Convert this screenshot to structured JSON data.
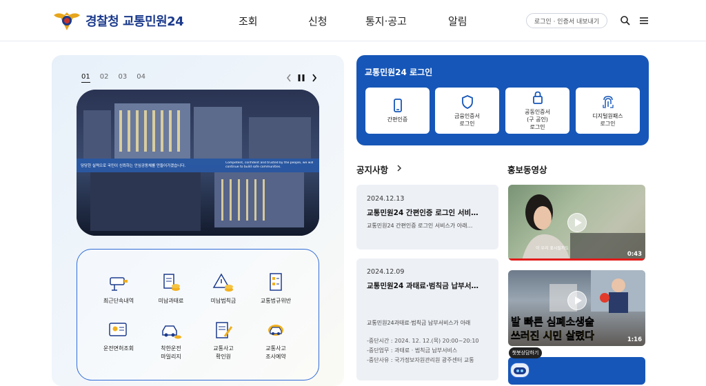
{
  "header": {
    "logo_text": "경찰청 교통민원24",
    "nav": [
      "조회",
      "신청",
      "통지·공고",
      "알림"
    ],
    "login_pill": "로그인 · 인증서 내보내기",
    "icons": [
      "search-icon",
      "hamburger-menu-icon"
    ]
  },
  "hero": {
    "slides": [
      "01",
      "02",
      "03",
      "04"
    ],
    "active_slide": "01",
    "caption_left": "당당한 실력으로 국민이 신뢰하는 안심공동체를 만들어가겠습니다.",
    "caption_right": "Competent, confident and trusted by the people, we will continue to build safe communities."
  },
  "services": [
    {
      "label": "최근단속내역",
      "icon": "camera-icon"
    },
    {
      "label": "미납과태료",
      "icon": "receipt-coins-icon"
    },
    {
      "label": "미납범칙금",
      "icon": "warning-coins-icon"
    },
    {
      "label": "교통법규위반",
      "icon": "document-icon"
    },
    {
      "label": "운전면허조회",
      "icon": "id-card-icon"
    },
    {
      "label": "착한운전\n마일리지",
      "icon": "car-coins-icon"
    },
    {
      "label": "교통사고\n확인원",
      "icon": "pen-document-icon"
    },
    {
      "label": "교통사고\n조사예약",
      "icon": "car-calendar-icon"
    }
  ],
  "login": {
    "title": "교통민원24 로그인",
    "buttons": [
      {
        "label": "간편인증",
        "icon": "phone-icon"
      },
      {
        "label": "금융인증서\n로그인",
        "icon": "shield-icon"
      },
      {
        "label": "공동인증서\n(구 공인)\n로그인",
        "icon": "lock-icon"
      },
      {
        "label": "디지털원패스\n로그인",
        "icon": "fingerprint-icon"
      }
    ]
  },
  "notices": {
    "title": "공지사항",
    "items": [
      {
        "date": "2024.12.13",
        "title": "교통민원24 간편인증 로그인 서비…",
        "summary": "교통민원24 간편인증 로그인 서비스가 아래…"
      },
      {
        "date": "2024.12.09",
        "title": "교통민원24 과태료·범칙금 납부서…",
        "summary": "교통민원24과태료·범칙금 납부서비스가 아래",
        "lines": [
          "-중단시간 : 2024. 12. 12.(목) 20:00~20:10",
          "-중단업무 : 과태료 · 범칙금 납부서비스",
          "-중단사유 : 국가정보자원관리원 광주센터 교통"
        ]
      }
    ]
  },
  "videos": {
    "title": "홍보동영상",
    "items": [
      {
        "duration": "0:43",
        "subtitle": "이 우리 표시될까도"
      },
      {
        "duration": "1:16",
        "overlay_line1": "발 빠른 심폐소생술",
        "overlay_line2": "쓰러진 시민 살렸다"
      }
    ]
  },
  "chatbot": {
    "label": "챗봇상담하기"
  }
}
